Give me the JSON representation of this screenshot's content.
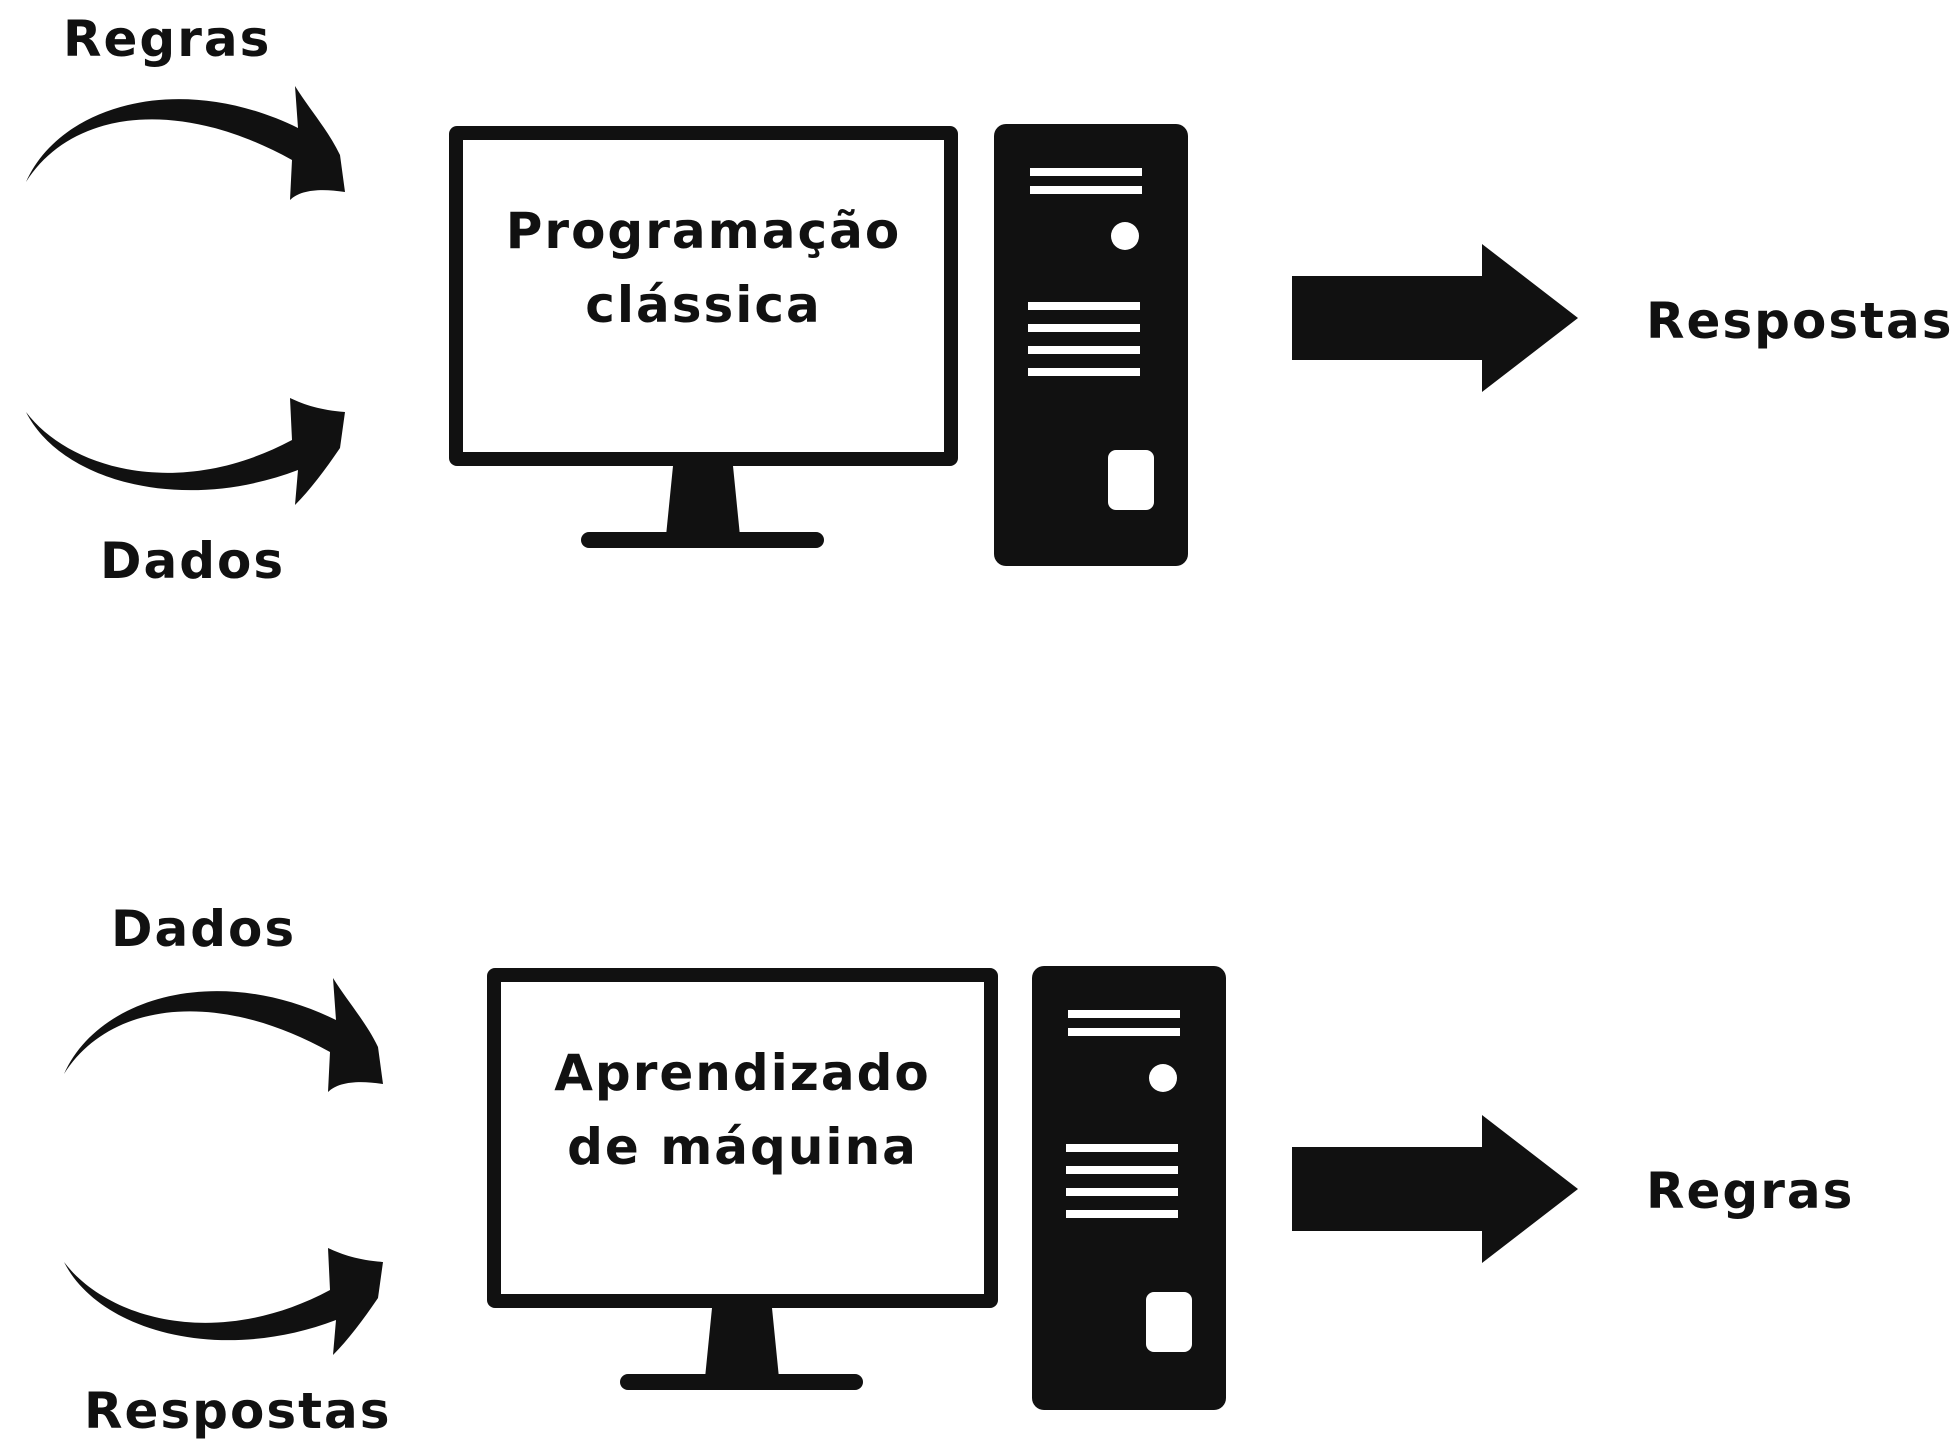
{
  "colors": {
    "ink": "#111111",
    "background": "#ffffff"
  },
  "diagrams": [
    {
      "name": "classic-programming",
      "inputs": [
        "Regras",
        "Dados"
      ],
      "computer_label_lines": [
        "Programação",
        "clássica"
      ],
      "output": "Respostas"
    },
    {
      "name": "machine-learning",
      "inputs": [
        "Dados",
        "Respostas"
      ],
      "computer_label_lines": [
        "Aprendizado",
        "de máquina"
      ],
      "output": "Regras"
    }
  ]
}
